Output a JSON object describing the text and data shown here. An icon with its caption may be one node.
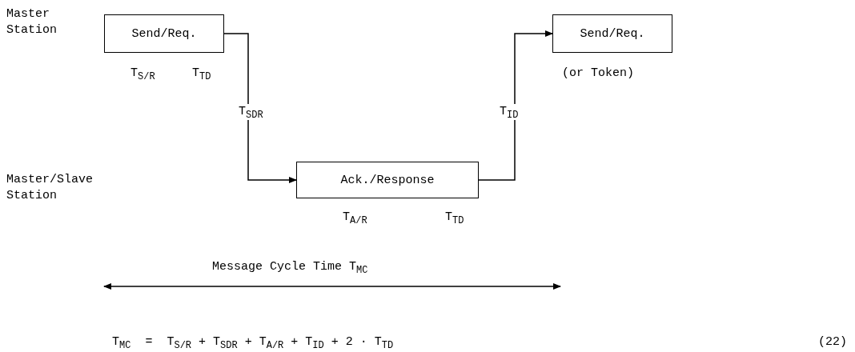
{
  "diagram": {
    "caption": "T$_{MC}$  =  T$_{S/R}$ + T$_{SDR}$ + T$_{A/R}$ + T$_{ID}$ + 2 · T$_{TD}$",
    "nodes": [
      {
        "text": [
          "Send/Req."
        ]
      },
      {
        "text": [
          "Ack./Response"
        ]
      },
      {
        "text": [
          "Send/Req."
        ],
        "beside": [
          "(or Token)"
        ]
      }
    ],
    "edges": [
      {
        "from": 0,
        "to": 1,
        "arrow": "to",
        "label": "T$_{SDR}$"
      },
      {
        "from": 1,
        "to": 2,
        "arrow": "to",
        "label": "T$_{ID}$"
      }
    ],
    "labels": [
      "Master Station",
      "T$_{S/R}$",
      "T$_{TD}$",
      "Master/Slave Station",
      "T$_{A/R}$",
      "T$_{TD}$",
      "Message Cycle Time T$_{MC}$",
      "(22)"
    ]
  }
}
